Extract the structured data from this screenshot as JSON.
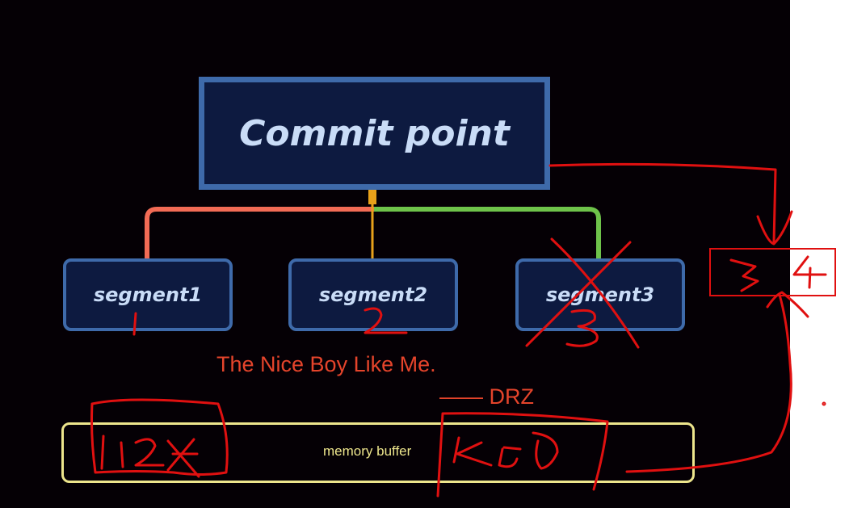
{
  "diagram": {
    "title": "Commit point",
    "segments": [
      "segment1",
      "segment2",
      "segment3"
    ],
    "buffer_label": "memory buffer",
    "connector_colors": {
      "left": "#f26b55",
      "middle": "#e8a11a",
      "right": "#6ec24a"
    },
    "box_border": "#3e6aaa",
    "box_fill": "#0d1a40",
    "buffer_border": "#ede58c"
  },
  "annotations": {
    "caption": "The Nice Boy Like Me.",
    "signature": "—— DRZ",
    "ink_color": "#e01010",
    "handwritten_note": "handwritten red pen digits and crossing marks"
  }
}
